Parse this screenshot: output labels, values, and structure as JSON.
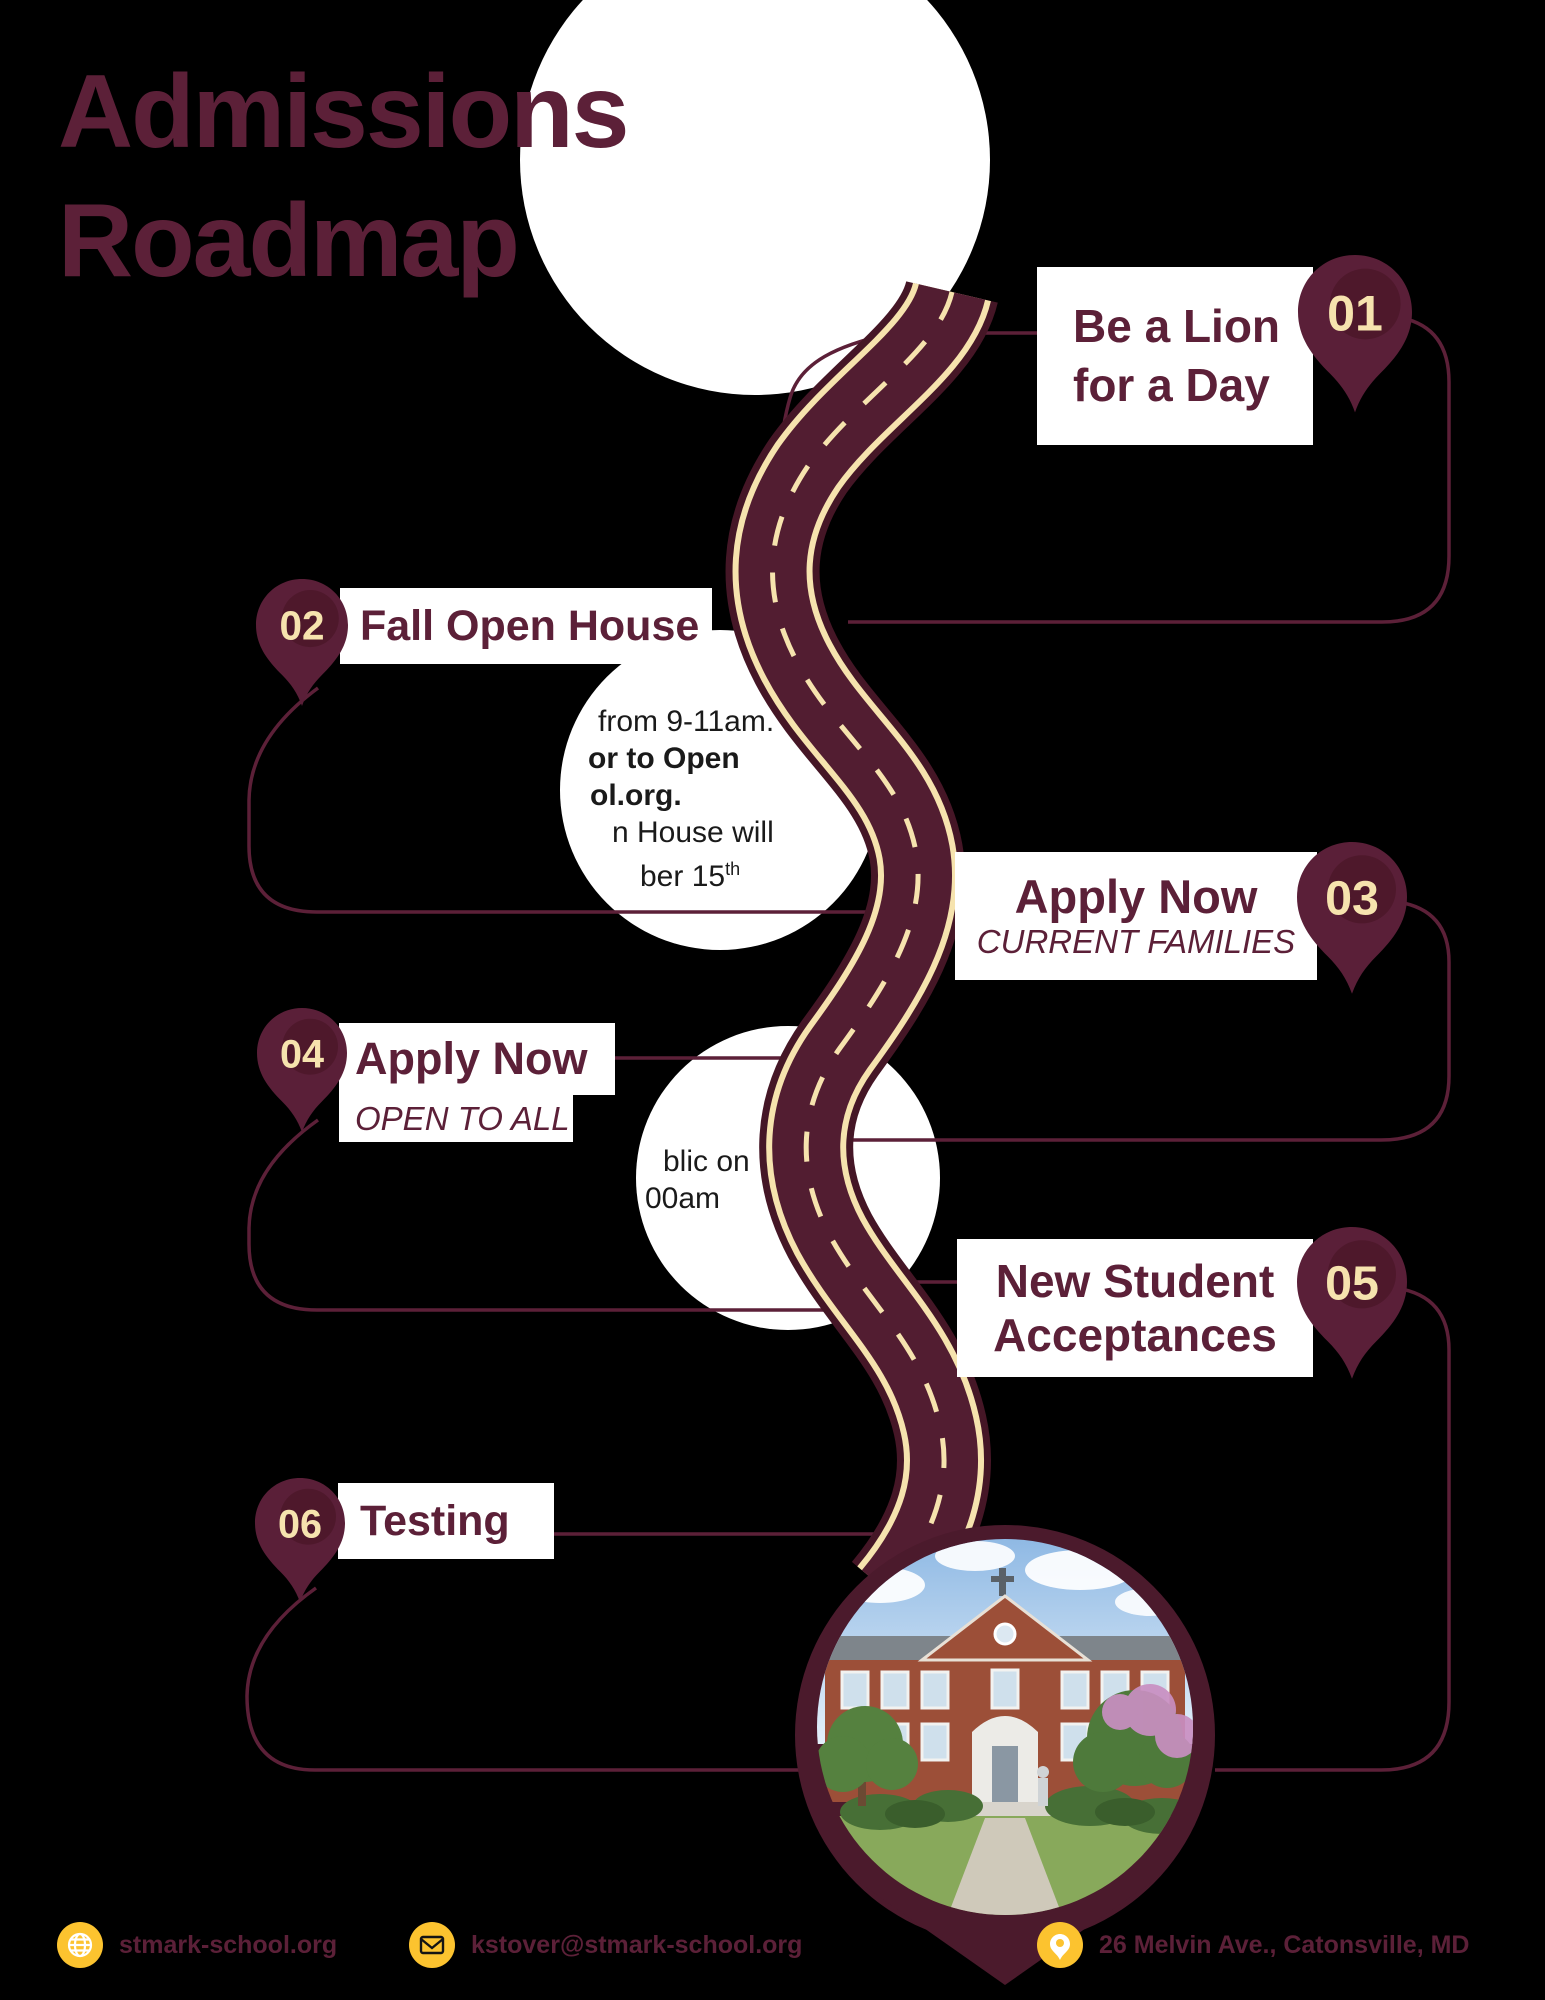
{
  "title": {
    "line1": "Admissions",
    "line2": "Roadmap"
  },
  "milestones": [
    {
      "num": "01",
      "title_line1": "Be a Lion",
      "title_line2": "for a Day",
      "subtitle": ""
    },
    {
      "num": "02",
      "title_line1": "Fall Open House",
      "title_line2": "",
      "subtitle": ""
    },
    {
      "num": "03",
      "title_line1": "Apply Now",
      "title_line2": "",
      "subtitle": "CURRENT FAMILIES"
    },
    {
      "num": "04",
      "title_line1": "Apply Now",
      "title_line2": "",
      "subtitle": "OPEN TO ALL"
    },
    {
      "num": "05",
      "title_line1": "New Student",
      "title_line2": "Acceptances",
      "subtitle": ""
    },
    {
      "num": "06",
      "title_line1": "Testing",
      "title_line2": "",
      "subtitle": ""
    }
  ],
  "fragments": {
    "open_house": [
      {
        "text": "from 9-11am."
      },
      {
        "text": "or to Open"
      },
      {
        "text": "ol.org."
      },
      {
        "text": "n House will"
      },
      {
        "text": "ber 15"
      }
    ],
    "open_house_sup": "th",
    "apply": [
      {
        "text": "blic on"
      },
      {
        "text": "00am"
      }
    ]
  },
  "footer": {
    "website": "stmark-school.org",
    "email": "kstover@stmark-school.org",
    "address": "26 Melvin Ave., Catonsville, MD"
  },
  "colors": {
    "background": "#000000",
    "maroon": "#5C2038",
    "road_maroon": "#4B1A2C",
    "road_body": "#521D31",
    "cream": "#F6E3AE",
    "yellow": "#FCC32F",
    "body_text": "#1A1A1A",
    "white": "#FFFFFF"
  }
}
